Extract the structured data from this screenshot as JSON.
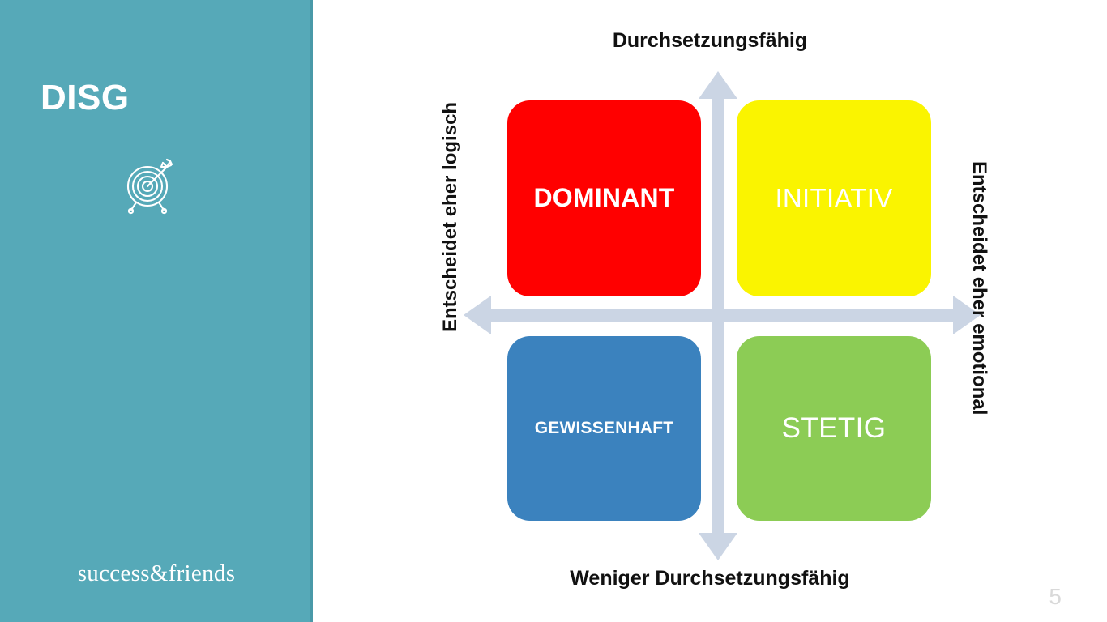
{
  "slide": {
    "page_number": "5",
    "background_color": "#FFFFFF"
  },
  "sidebar": {
    "title": "DISG",
    "background_color": "#56A9B8",
    "icon": "target-bullseye-arrow-icon",
    "brand": "success&friends"
  },
  "diagram": {
    "type": "2x2-quadrant-matrix",
    "axis_color": "#CBD5E4",
    "axes": {
      "top_label": "Durchsetzungsfähig",
      "bottom_label_strong": "Weniger",
      "bottom_label_rest": " Durchsetzungsfähig",
      "bottom_label_full": "Weniger Durchsetzungsfähig",
      "left_label": "Entscheidet eher logisch",
      "right_label": "Entscheidet eher emotional"
    },
    "quadrants": [
      {
        "id": "dominant",
        "label": "DOMINANT",
        "color": "#FF0000",
        "position": "top-left",
        "axis_meaning": "Durchsetzungsfähig / Entscheidet eher logisch"
      },
      {
        "id": "initiativ",
        "label": "INITIATIV",
        "color": "#FAF400",
        "position": "top-right",
        "axis_meaning": "Durchsetzungsfähig / Entscheidet eher emotional"
      },
      {
        "id": "gewissenhaft",
        "label": "GEWISSENHAFT",
        "color": "#3B82BE",
        "position": "bottom-left",
        "axis_meaning": "Weniger Durchsetzungsfähig / Entscheidet eher logisch"
      },
      {
        "id": "stetig",
        "label": "STETIG",
        "color": "#8CCC55",
        "position": "bottom-right",
        "axis_meaning": "Weniger Durchsetzungsfähig / Entscheidet eher emotional"
      }
    ]
  }
}
